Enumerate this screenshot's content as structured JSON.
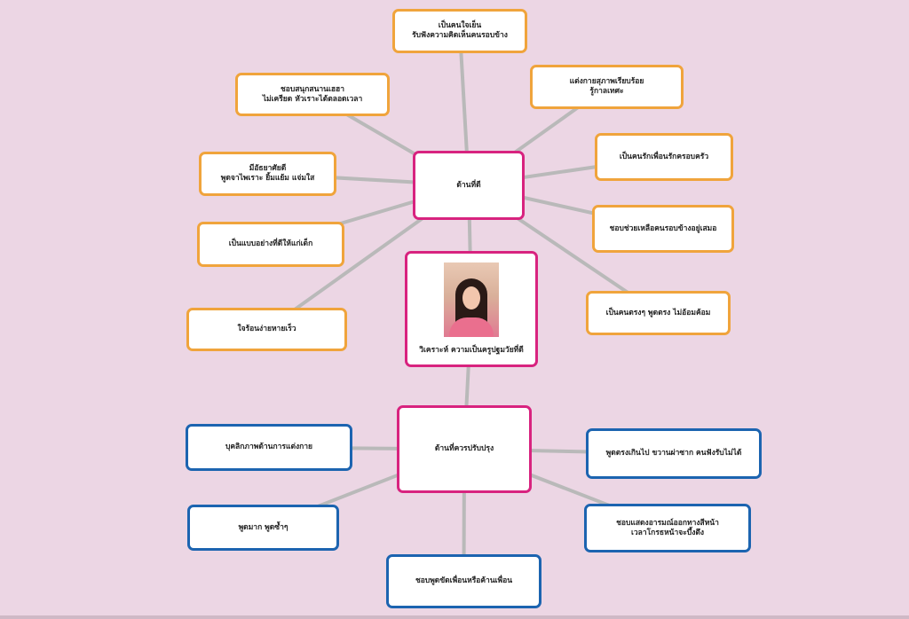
{
  "center": {
    "caption": "วิเคราะห์ ความเป็นครูปฐมวัยที่ดี",
    "photo_label": "portrait-photo"
  },
  "good_side": {
    "title": "ด้านที่ดี",
    "items": [
      {
        "lines": [
          "เป็นคนใจเย็น",
          "รับฟังความคิดเห็นคนรอบข้าง"
        ]
      },
      {
        "lines": [
          "ชอบสนุกสนานเฮฮา",
          "ไม่เครียด หัวเราะได้ตลอดเวลา"
        ]
      },
      {
        "lines": [
          "แต่งกายสุภาพเรียบร้อย",
          "รู้กาลเทศะ"
        ]
      },
      {
        "lines": [
          "มีอัธยาศัยดี",
          "พูดจาไพเราะ ยิ้มแย้ม แจ่มใส"
        ]
      },
      {
        "lines": [
          "เป็นคนรักเพื่อนรักครอบครัว"
        ]
      },
      {
        "lines": [
          "เป็นแบบอย่างที่ดีให้แก่เด็ก"
        ]
      },
      {
        "lines": [
          "ชอบช่วยเหลือคนรอบข้างอยู่เสมอ"
        ]
      },
      {
        "lines": [
          "ใจร้อนง่ายหายเร็ว"
        ]
      },
      {
        "lines": [
          "เป็นคนตรงๆ พูดตรง ไม่อ้อมค้อม"
        ]
      }
    ]
  },
  "improve_side": {
    "title": "ด้านที่ควรปรับปรุง",
    "items": [
      {
        "lines": [
          "บุคลิกภาพด้านการแต่งกาย"
        ]
      },
      {
        "lines": [
          "พูดตรงเกินไป ขวานผ่าซาก คนฟังรับไม่ได้"
        ]
      },
      {
        "lines": [
          "พูดมาก พูดซ้ำๆ"
        ]
      },
      {
        "lines": [
          "ชอบแสดงอารมณ์ออกทางสีหน้า",
          "เวลาโกรธหน้าจะบึ้งตึง"
        ]
      },
      {
        "lines": [
          "ชอบพูดขัดเพื่อนหรือค้านเพื่อน"
        ]
      }
    ]
  },
  "colors": {
    "background": "#ecd6e4",
    "good_border": "#f0a43c",
    "improve_border": "#1c64b0",
    "hub_border": "#d8237f",
    "connector": "#b9b9b9"
  }
}
